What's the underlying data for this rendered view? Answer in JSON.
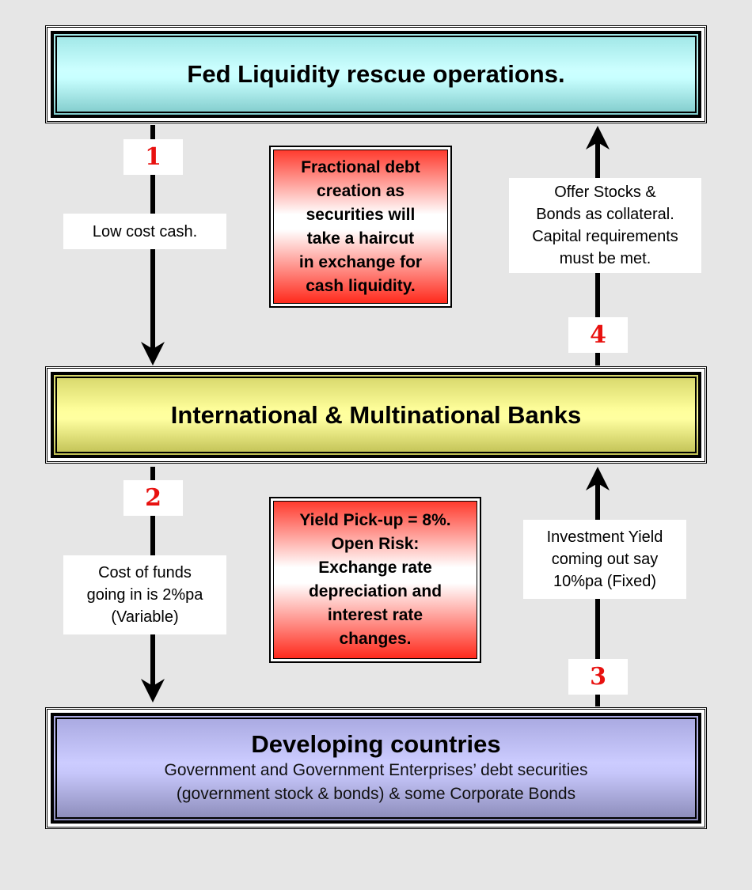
{
  "boxes": {
    "fed": {
      "title": "Fed Liquidity rescue operations."
    },
    "banks": {
      "title": "International & Multinational Banks"
    },
    "developing": {
      "title": "Developing countries",
      "subtitle": "Government and Government Enterprises’ debt securities\n(government stock & bonds) & some Corporate Bonds"
    }
  },
  "steps": [
    {
      "number": "1",
      "label": "Low cost cash."
    },
    {
      "number": "2",
      "label": "Cost of funds\ngoing in is  2%pa\n(Variable)"
    },
    {
      "number": "3",
      "label": "Investment Yield\ncoming out say\n10%pa (Fixed)"
    },
    {
      "number": "4",
      "label": "Offer Stocks &\nBonds as collateral.\nCapital requirements\nmust be met."
    }
  ],
  "notes": {
    "top": "Fractional debt\ncreation as\nsecurities will\ntake a haircut\nin exchange for\ncash liquidity.",
    "middle": "Yield Pick-up = 8%.\nOpen Risk:\nExchange rate\ndepreciation and\ninterest rate\nchanges."
  },
  "colors": {
    "fed_box": "#c8ffff",
    "banks_box": "#ffffa0",
    "developing_box": "#c8c8ff",
    "step_number": "#e8110f",
    "note_red": "#ff2a1c",
    "background": "#e6e6e6"
  }
}
